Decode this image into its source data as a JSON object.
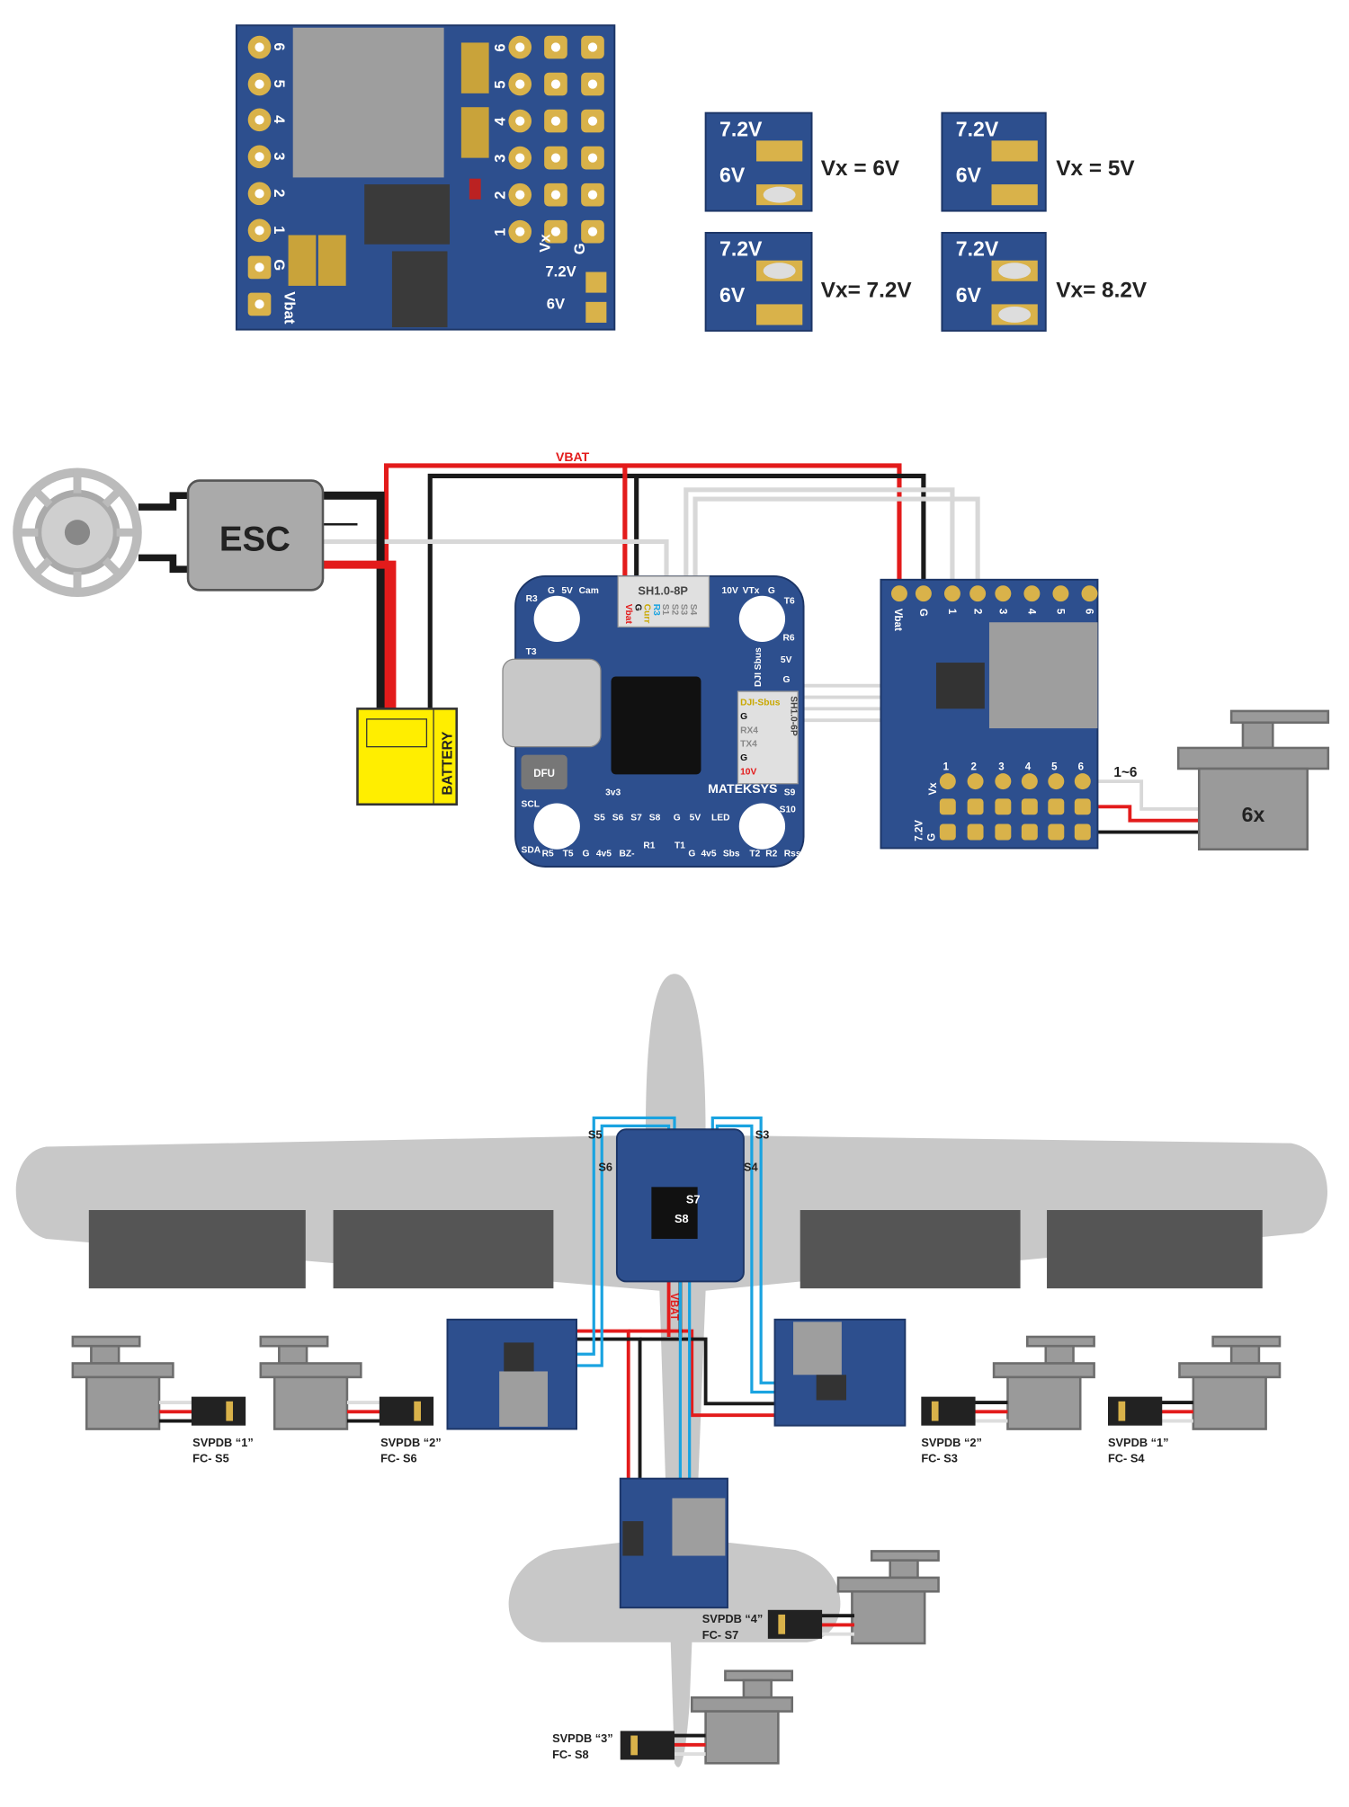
{
  "top_board": {
    "left_pins": [
      "6",
      "5",
      "4",
      "3",
      "2",
      "1",
      "G",
      "Vbat"
    ],
    "right_pins": [
      "6",
      "5",
      "4",
      "3",
      "2",
      "1"
    ],
    "vx_label": "Vx",
    "g_label": "G",
    "jumper_72": "7.2V",
    "jumper_6": "6V"
  },
  "jumper_configs": [
    {
      "top": "7.2V",
      "bottom": "6V",
      "result": "Vx = 6V"
    },
    {
      "top": "7.2V",
      "bottom": "6V",
      "result": "Vx = 5V"
    },
    {
      "top": "7.2V",
      "bottom": "6V",
      "result": "Vx= 7.2V"
    },
    {
      "top": "7.2V",
      "bottom": "6V",
      "result": "Vx= 8.2V"
    }
  ],
  "wiring": {
    "esc_label": "ESC",
    "battery_label": "BATTERY",
    "vbat_label": "VBAT",
    "fc": {
      "connector_8p": "SH1.0-8P",
      "connector_6p": "SH1.0-6P",
      "brand": "MATEKSYS",
      "dfu": "DFU",
      "pins_8p": [
        "Vbat",
        "G",
        "Curr",
        "R3",
        "S1",
        "S2",
        "S3",
        "S4"
      ],
      "pins_6p": [
        "DJI-Sbus",
        "G",
        "RX4",
        "TX4",
        "G",
        "10V"
      ],
      "bottom_pads": [
        "S5",
        "S6",
        "S7",
        "S8",
        "G",
        "5V",
        "LED"
      ],
      "edge_bottom": [
        "R5",
        "T5",
        "G",
        "4v5",
        "BZ-",
        "R1",
        "T1",
        "G",
        "4v5",
        "Sbs",
        "T2",
        "R2",
        "Rssi"
      ],
      "edge_top": [
        "R3",
        "G",
        "5V",
        "Cam",
        "10V",
        "VTx",
        "G",
        "T6"
      ],
      "edge_left": [
        "T3",
        "SCL",
        "SDA"
      ],
      "edge_right": [
        "R6",
        "5V",
        "G",
        "S9",
        "S10"
      ],
      "side_labels": [
        "3v3",
        "DJI Sbus"
      ]
    },
    "pdb": {
      "top_pins": [
        "Vbat",
        "G",
        "1",
        "2",
        "3",
        "4",
        "5",
        "6"
      ],
      "servo_cols": [
        "1",
        "2",
        "3",
        "4",
        "5",
        "6"
      ],
      "vx": "Vx",
      "v72": "7.2V",
      "g": "G"
    },
    "servo_range_label": "1~6",
    "servo_count_label": "6x"
  },
  "airplane": {
    "fc_labels": [
      "S5",
      "S6",
      "S3",
      "S4",
      "S7",
      "S8"
    ],
    "vbat_label": "VBAT",
    "servos": [
      {
        "line1": "SVPDB “1”",
        "line2": "FC- S5"
      },
      {
        "line1": "SVPDB “2”",
        "line2": "FC- S6"
      },
      {
        "line1": "SVPDB “2”",
        "line2": "FC- S3"
      },
      {
        "line1": "SVPDB “1”",
        "line2": "FC- S4"
      },
      {
        "line1": "SVPDB “4”",
        "line2": "FC- S7"
      },
      {
        "line1": "SVPDB “3”",
        "line2": "FC- S8"
      }
    ]
  },
  "colors": {
    "pcb": "#2d4f8e",
    "pad": "#d9b24a",
    "wire_red": "#e31b1b",
    "wire_black": "#1a1a1a",
    "wire_white": "#d8d8d8",
    "signal_blue": "#1aa3e0",
    "airframe": "#c8c8c8",
    "servo": "#9a9a9a",
    "battery": "#ffee00"
  }
}
